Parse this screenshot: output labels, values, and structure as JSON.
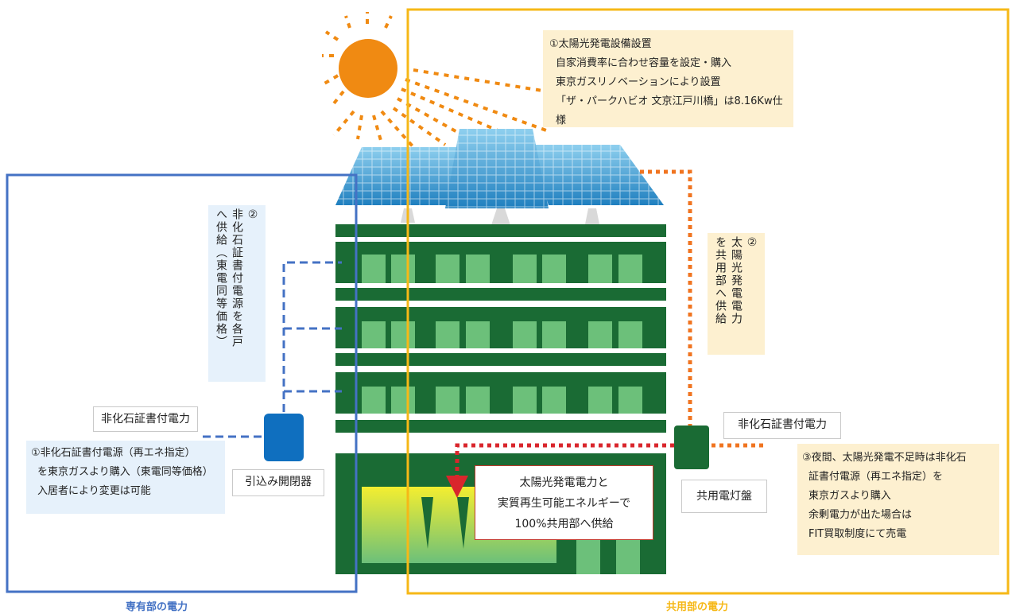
{
  "notes": {
    "solar_install": [
      "①太陽光発電設備設置",
      "自家消費率に合わせ容量を設定・購入",
      "東京ガスリノベーションにより設置",
      "「ザ・パークハビオ 文京江戸川橋」は8.16Kw仕様"
    ],
    "vertical_left": [
      "②",
      "非化石証書付電源を各戸",
      "へ供給（東電同等価格）"
    ],
    "vertical_right": [
      "②",
      "太陽光発電電力",
      "を共用部へ供給"
    ],
    "purchase_left": [
      "①非化石証書付電源（再エネ指定）",
      "を東京ガスより購入（東電同等価格）",
      "入居者により変更は可能"
    ],
    "night_right": [
      "③夜間、太陽光発電不足時は非化石",
      "証書付電源（再エネ指定）を",
      "東京ガスより購入",
      "余剰電力が出た場合は",
      "FIT買取制度にて売電"
    ]
  },
  "labels": {
    "cert_power_left": "非化石証書付電力",
    "cert_power_right": "非化石証書付電力",
    "switch": "引込み開閉器",
    "common_panel": "共用電灯盤",
    "center": [
      "太陽光発電電力と",
      "実質再生可能エネルギーで",
      "100%共用部へ供給"
    ]
  },
  "sections": {
    "private": "専有部の電力",
    "common": "共用部の電力"
  },
  "colors": {
    "private": "#4472c4",
    "common": "#f6b817",
    "building": "#1a6b34",
    "window": "#6cc07a",
    "sun": "#f08a12",
    "red_line": "#d9262c",
    "orange_line": "#f07420",
    "dashed_blue": "#4472c4"
  }
}
